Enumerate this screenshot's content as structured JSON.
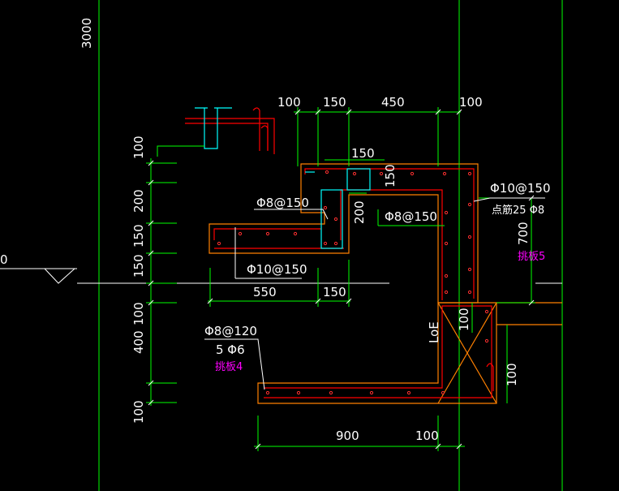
{
  "colors": {
    "background": "#000000",
    "grid": "#00ff00",
    "axis": "#ffffff",
    "concrete": "#ff8000",
    "rebar": "#ff0000",
    "stirrup": "#00ffff",
    "label": "#ffffff",
    "accent": "#ff00ff"
  },
  "drawing": {
    "floor_height": "3000",
    "elevation_mark": "0",
    "top_dims": [
      "100",
      "150",
      "450",
      "100"
    ],
    "top_150": "150",
    "left_dims": [
      "100",
      "200",
      "150",
      "150",
      "100",
      "400",
      "100"
    ],
    "dim_550": "550",
    "dim_150_mid": "150",
    "dim_200_vertical": "200",
    "dim_150_inner": "150",
    "dim_700": "700",
    "dim_100_right": "100",
    "dim_100_box": "100",
    "bottom_dims": [
      "900",
      "100"
    ],
    "loe": "LoE",
    "rebar_phi8_150_a": "Φ8@150",
    "rebar_phi8_150_b": "Φ8@150",
    "rebar_phi10_150_left": "Φ10@150",
    "rebar_phi10_150_right": "Φ10@150",
    "point_bars": "点筋25 Φ8",
    "rebar_phi8_120": "Φ8@120",
    "bars_5phi6": "5 Φ6",
    "tag_5": "挑板5",
    "tag_4": "挑板4"
  }
}
